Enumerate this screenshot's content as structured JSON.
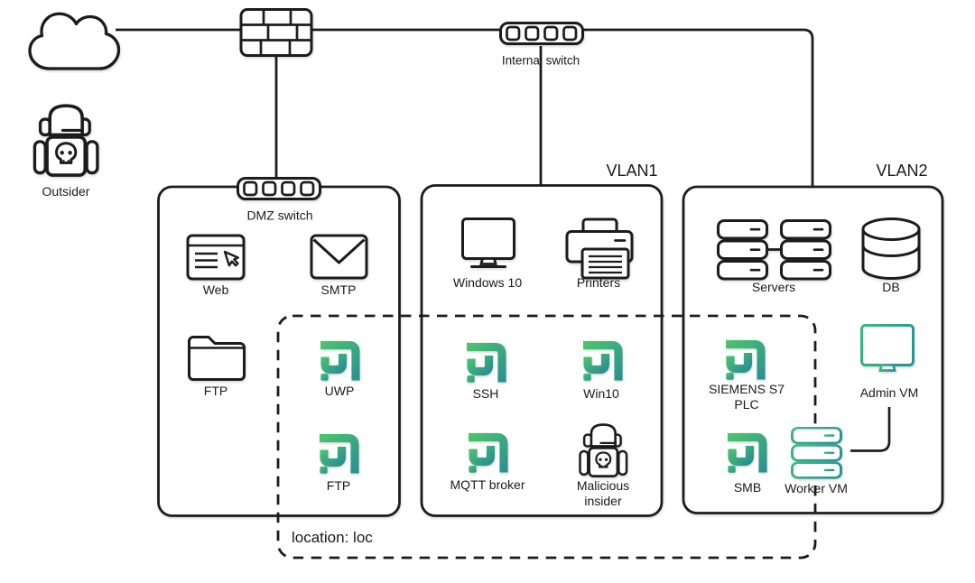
{
  "zones": {
    "dmz_switch_label": "DMZ switch",
    "vlan1_label": "VLAN1",
    "vlan2_label": "VLAN2",
    "location_label": "location: loc"
  },
  "perimeter": {
    "outsider_label": "Outsider",
    "internal_switch_label": "Internal switch"
  },
  "nodes": {
    "web": "Web",
    "smtp": "SMTP",
    "ftp": "FTP",
    "uwp_agent": "UWP",
    "ftp_agent": "FTP",
    "windows10": "Windows 10",
    "printers": "Printers",
    "ssh_agent": "SSH",
    "win10_agent": "Win10",
    "mqtt_agent": "MQTT broker",
    "malicious_insider": {
      "line1": "Malicious",
      "line2": "insider"
    },
    "servers": "Servers",
    "db": "DB",
    "siemens_plc": {
      "line1": "SIEMENS S7",
      "line2": "PLC"
    },
    "admin_vm": "Admin VM",
    "smb_agent": "SMB",
    "worker_vm": "Worker VM"
  },
  "colors": {
    "stroke": "#1c1c1c",
    "logo_gradient_start": "#4cc36e",
    "logo_gradient_end": "#2b9190",
    "vm_gradient_start": "#3cbb7b",
    "vm_gradient_end": "#2a9596"
  }
}
